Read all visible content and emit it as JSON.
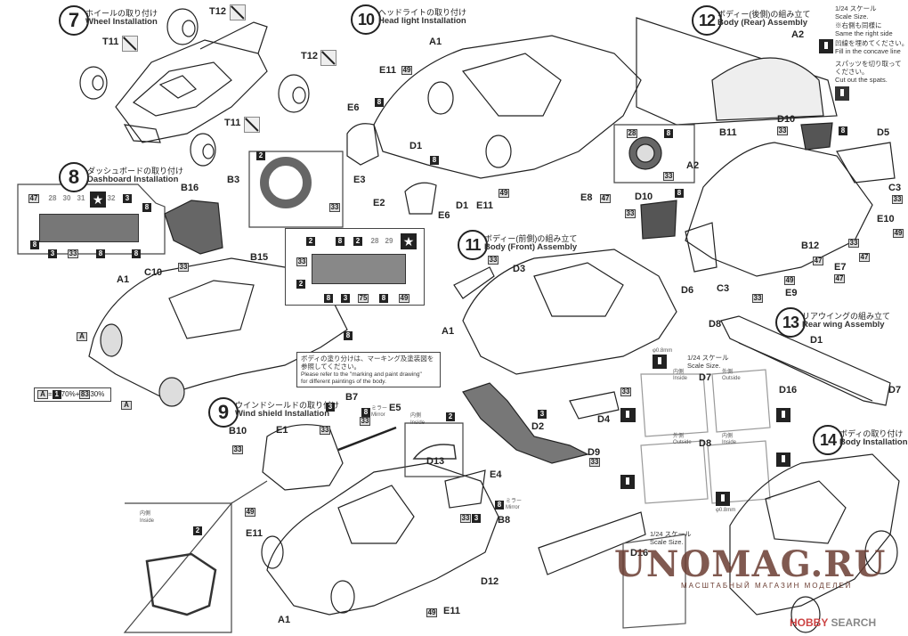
{
  "steps": {
    "s7": {
      "num": "7",
      "jp": "ホイールの取り付け",
      "en": "Wheel Installation",
      "parts": [
        "T12",
        "T11",
        "T12",
        "T11"
      ]
    },
    "s8": {
      "num": "8",
      "jp": "ダッシュボードの取り付け",
      "en": "Dashboard Installation",
      "parts": [
        "B16",
        "B3",
        "C10",
        "B15",
        "A1"
      ],
      "panel_codes_left": [
        "47",
        "28",
        "30",
        "31",
        "32",
        "3",
        "8",
        "8",
        "3",
        "33",
        "8",
        "8"
      ],
      "panel_codes_right": [
        "2",
        "8",
        "2",
        "28",
        "29",
        "33",
        "2",
        "8",
        "3",
        "75",
        "8",
        "49"
      ],
      "wheel_code": "2",
      "wheel_code2": "33",
      "hood_code": "33",
      "body_code": "8",
      "paint_label": "A",
      "paint_formula": {
        "a": "A",
        "eq": "=",
        "c1": "1",
        "p1": "70%",
        "plus": "+",
        "c2": "83",
        "p2": "30%"
      }
    },
    "s9": {
      "num": "9",
      "jp": "ウインドシールドの取り付け",
      "en": "Wind shield Installation",
      "parts": [
        "B10",
        "E1",
        "B7",
        "E5",
        "D13",
        "E4",
        "B8",
        "E11",
        "E11",
        "A1",
        "D12"
      ],
      "codes": [
        "33",
        "33",
        "3",
        "8",
        "33",
        "2",
        "8",
        "33",
        "3",
        "49",
        "49",
        "2"
      ],
      "mirror_jp": "ミラー",
      "mirror_en": "Mirror",
      "inside_jp": "内側",
      "inside_en": "Inside"
    },
    "s10": {
      "num": "10",
      "jp": "ヘッドライトの取り付け",
      "en": "Head light Installation",
      "parts": [
        "A1",
        "E11",
        "E6",
        "D1",
        "E3",
        "E2",
        "E6",
        "D1",
        "E11"
      ],
      "codes": [
        "49",
        "8",
        "8",
        "49"
      ]
    },
    "s11": {
      "num": "11",
      "jp": "ボディー(前側)の組み立て",
      "en": "Body (Front) Assembly",
      "parts": [
        "E8",
        "D3",
        "A1",
        "D2",
        "D4",
        "D9"
      ],
      "codes": [
        "47",
        "33",
        "3",
        "33",
        "33"
      ]
    },
    "s12": {
      "num": "12",
      "jp": "ボディー(後側)の組み立て",
      "en": "Body (Rear) Assembly",
      "parts": [
        "A2",
        "D10",
        "B11",
        "D5",
        "A2",
        "D10",
        "C3",
        "E10",
        "B12",
        "E7",
        "E9",
        "D6",
        "C3"
      ],
      "codes": [
        "33",
        "8",
        "28",
        "8",
        "33",
        "33",
        "8",
        "33",
        "49",
        "33",
        "47",
        "47",
        "49",
        "47",
        "33"
      ]
    },
    "s13": {
      "num": "13",
      "jp": "リアウイングの組み立て",
      "en": "Rear wing Assembly",
      "parts": [
        "D8",
        "D1",
        "D16",
        "D7",
        "D7",
        "D8"
      ]
    },
    "s14": {
      "num": "14",
      "jp": "ボディの取り付け",
      "en": "Body Installation",
      "parts": [
        "D16"
      ]
    }
  },
  "notes": {
    "scale_jp": "1/24 スケール",
    "scale_en": "Scale Size.",
    "same_jp": "※右側も同様に",
    "same_en": "Same the right side",
    "fill_jp": "凹線を埋めてください。",
    "fill_en": "Fill in the concave line",
    "cut_jp1": "スパッツを切り取って",
    "cut_jp2": "ください。",
    "cut_en": "Cut out the spats.",
    "paint_jp1": "ボディの塗り分けは、マーキング及塗装図を",
    "paint_jp2": "参照してください。",
    "paint_en1": "Please refer to the \"marking and paint drawing\"",
    "paint_en2": "for different paintings of the body.",
    "inside_jp": "内側",
    "inside_en": "Inside",
    "outside_jp": "外側",
    "outside_en": "Outside",
    "drill": "φ0.8mm"
  },
  "watermark": {
    "main": "UNOMAG.RU",
    "sub": "МАСШТАБНЫЙ МАГАЗИН МОДЕЛЕЙ"
  },
  "credit": {
    "logo": "H",
    "brand": "OBBY",
    "suffix": "SEARCH"
  }
}
